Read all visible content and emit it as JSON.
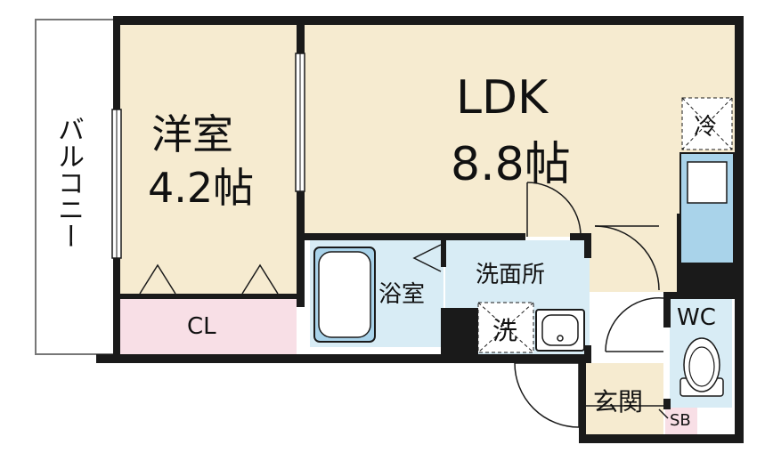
{
  "rooms": {
    "balcony": {
      "label": "バルコニー"
    },
    "western_room": {
      "name": "洋室",
      "size": "4.2帖"
    },
    "closet": {
      "label": "CL"
    },
    "ldk": {
      "name": "LDK",
      "size": "8.8帖"
    },
    "bathroom": {
      "label": "浴室"
    },
    "washroom": {
      "label": "洗面所"
    },
    "washer_space": {
      "label": "洗"
    },
    "fridge_space": {
      "label": "冷"
    },
    "toilet": {
      "label": "WC"
    },
    "entrance": {
      "label": "玄関"
    },
    "shoe_box": {
      "label": "SB"
    }
  },
  "colors": {
    "wall": "#1a1a1a",
    "room_beige": "#f6ebd0",
    "wet_area_blue": "#d8ecf5",
    "closet_pink": "#f8dfe6",
    "fixture_blue": "#a9d3ea",
    "white": "#ffffff"
  }
}
